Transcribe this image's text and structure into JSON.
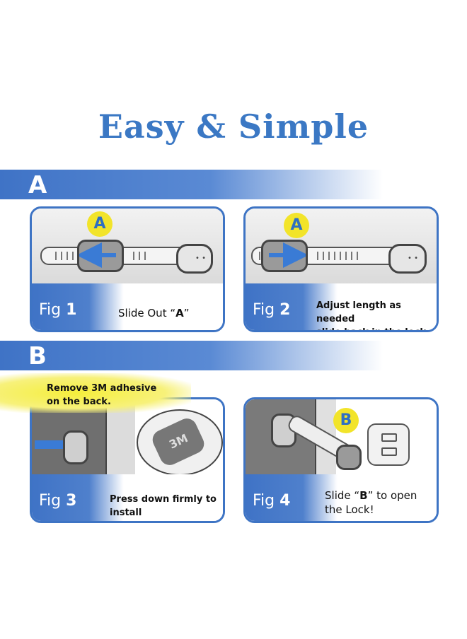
{
  "title": "Easy & Simple",
  "sections": [
    {
      "letter": "A"
    },
    {
      "letter": "B"
    }
  ],
  "figures": [
    {
      "fig_word": "Fig",
      "fig_num": "1",
      "caption_pre": "Slide Out “",
      "caption_bold": "A",
      "caption_post": "”",
      "badge": "A"
    },
    {
      "fig_word": "Fig",
      "fig_num": "2",
      "caption_line1": "Adjust length as needed",
      "caption_line2": "slide back in the lock",
      "badge": "A"
    },
    {
      "fig_word": "Fig",
      "fig_num": "3",
      "caption_line1": "Press down firmly to",
      "caption_line2": "install",
      "callout_line1": "Remove 3M adhesive",
      "callout_line2": "on the back.",
      "adhesive_label": "3M"
    },
    {
      "fig_word": "Fig",
      "fig_num": "4",
      "caption_pre": "Slide “",
      "caption_bold": "B",
      "caption_post": "” to open",
      "caption_line2": "the Lock!",
      "badge": "B"
    }
  ],
  "colors": {
    "brand_blue": "#3e74c4",
    "badge_yellow": "#f2e42a"
  }
}
